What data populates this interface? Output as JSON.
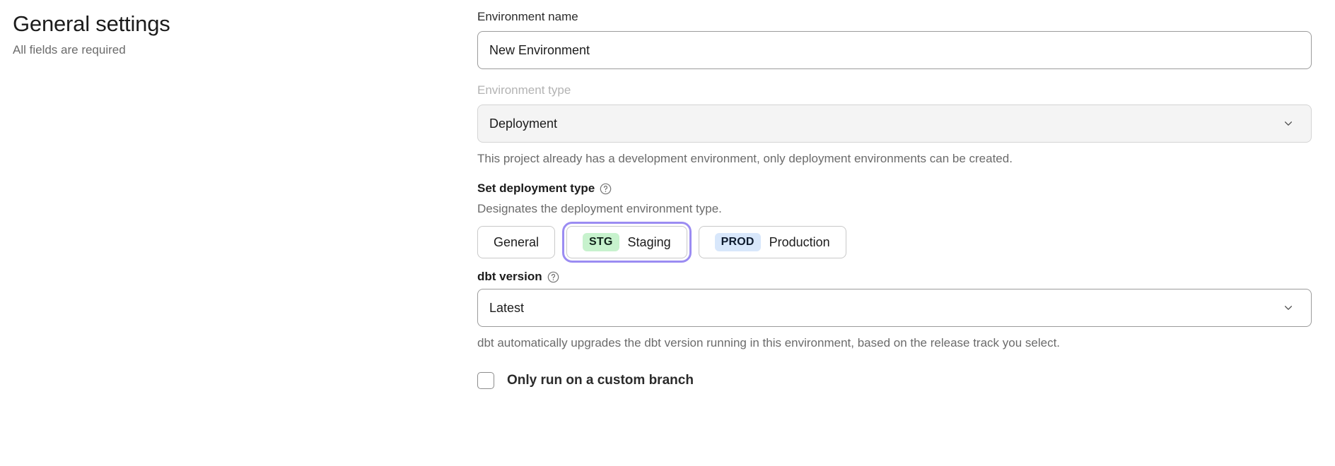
{
  "header": {
    "title": "General settings",
    "subtitle": "All fields are required"
  },
  "form": {
    "environment_name": {
      "label": "Environment name",
      "value": "New Environment",
      "placeholder": "Environment name"
    },
    "environment_type": {
      "label": "Environment type",
      "value": "Deployment",
      "disabled": true,
      "helper": "This project already has a development environment, only deployment environments can be created.",
      "chevron_icon": "chevron-down-icon"
    },
    "deployment_type": {
      "label": "Set deployment type",
      "help_icon": "help-circle-icon",
      "description": "Designates the deployment environment type.",
      "options": [
        {
          "badge": "",
          "label": "General",
          "selected": false,
          "focused": false
        },
        {
          "badge": "STG",
          "label": "Staging",
          "selected": true,
          "focused": true
        },
        {
          "badge": "PROD",
          "label": "Production",
          "selected": false,
          "focused": false
        }
      ]
    },
    "dbt_version": {
      "label": "dbt version",
      "help_icon": "help-circle-icon",
      "value": "Latest",
      "helper": "dbt automatically upgrades the dbt version running in this environment, based on the release track you select.",
      "chevron_icon": "chevron-down-icon"
    },
    "custom_branch": {
      "label": "Only run on a custom branch",
      "checked": false
    }
  },
  "colors": {
    "stg_badge_bg": "#c7f2cd",
    "prod_badge_bg": "#d8e7fb",
    "focus_ring": "#9b8cf2",
    "disabled_bg": "#f4f4f4",
    "muted_text": "#6b6b6b"
  }
}
